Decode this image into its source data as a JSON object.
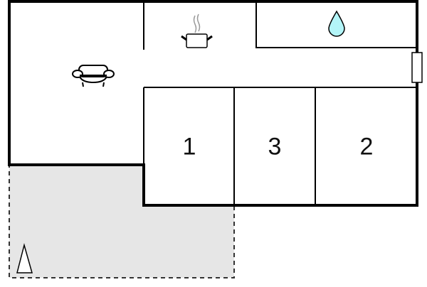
{
  "floorplan": {
    "colors": {
      "wall": "#000000",
      "terrace_fill": "#e6e6e6",
      "water_fill": "#b3f5f8",
      "steam": "#999999"
    },
    "rooms": [
      {
        "id": "living",
        "icon": "armchair-icon"
      },
      {
        "id": "kitchen",
        "icon": "cooking-pot-icon"
      },
      {
        "id": "bathroom",
        "icon": "water-drop-icon"
      },
      {
        "id": "bedroom-1",
        "label": "1"
      },
      {
        "id": "bedroom-3",
        "label": "3"
      },
      {
        "id": "bedroom-2",
        "label": "2"
      },
      {
        "id": "terrace",
        "icon": "tent-icon"
      }
    ],
    "door": {
      "icon": "door-icon"
    }
  }
}
